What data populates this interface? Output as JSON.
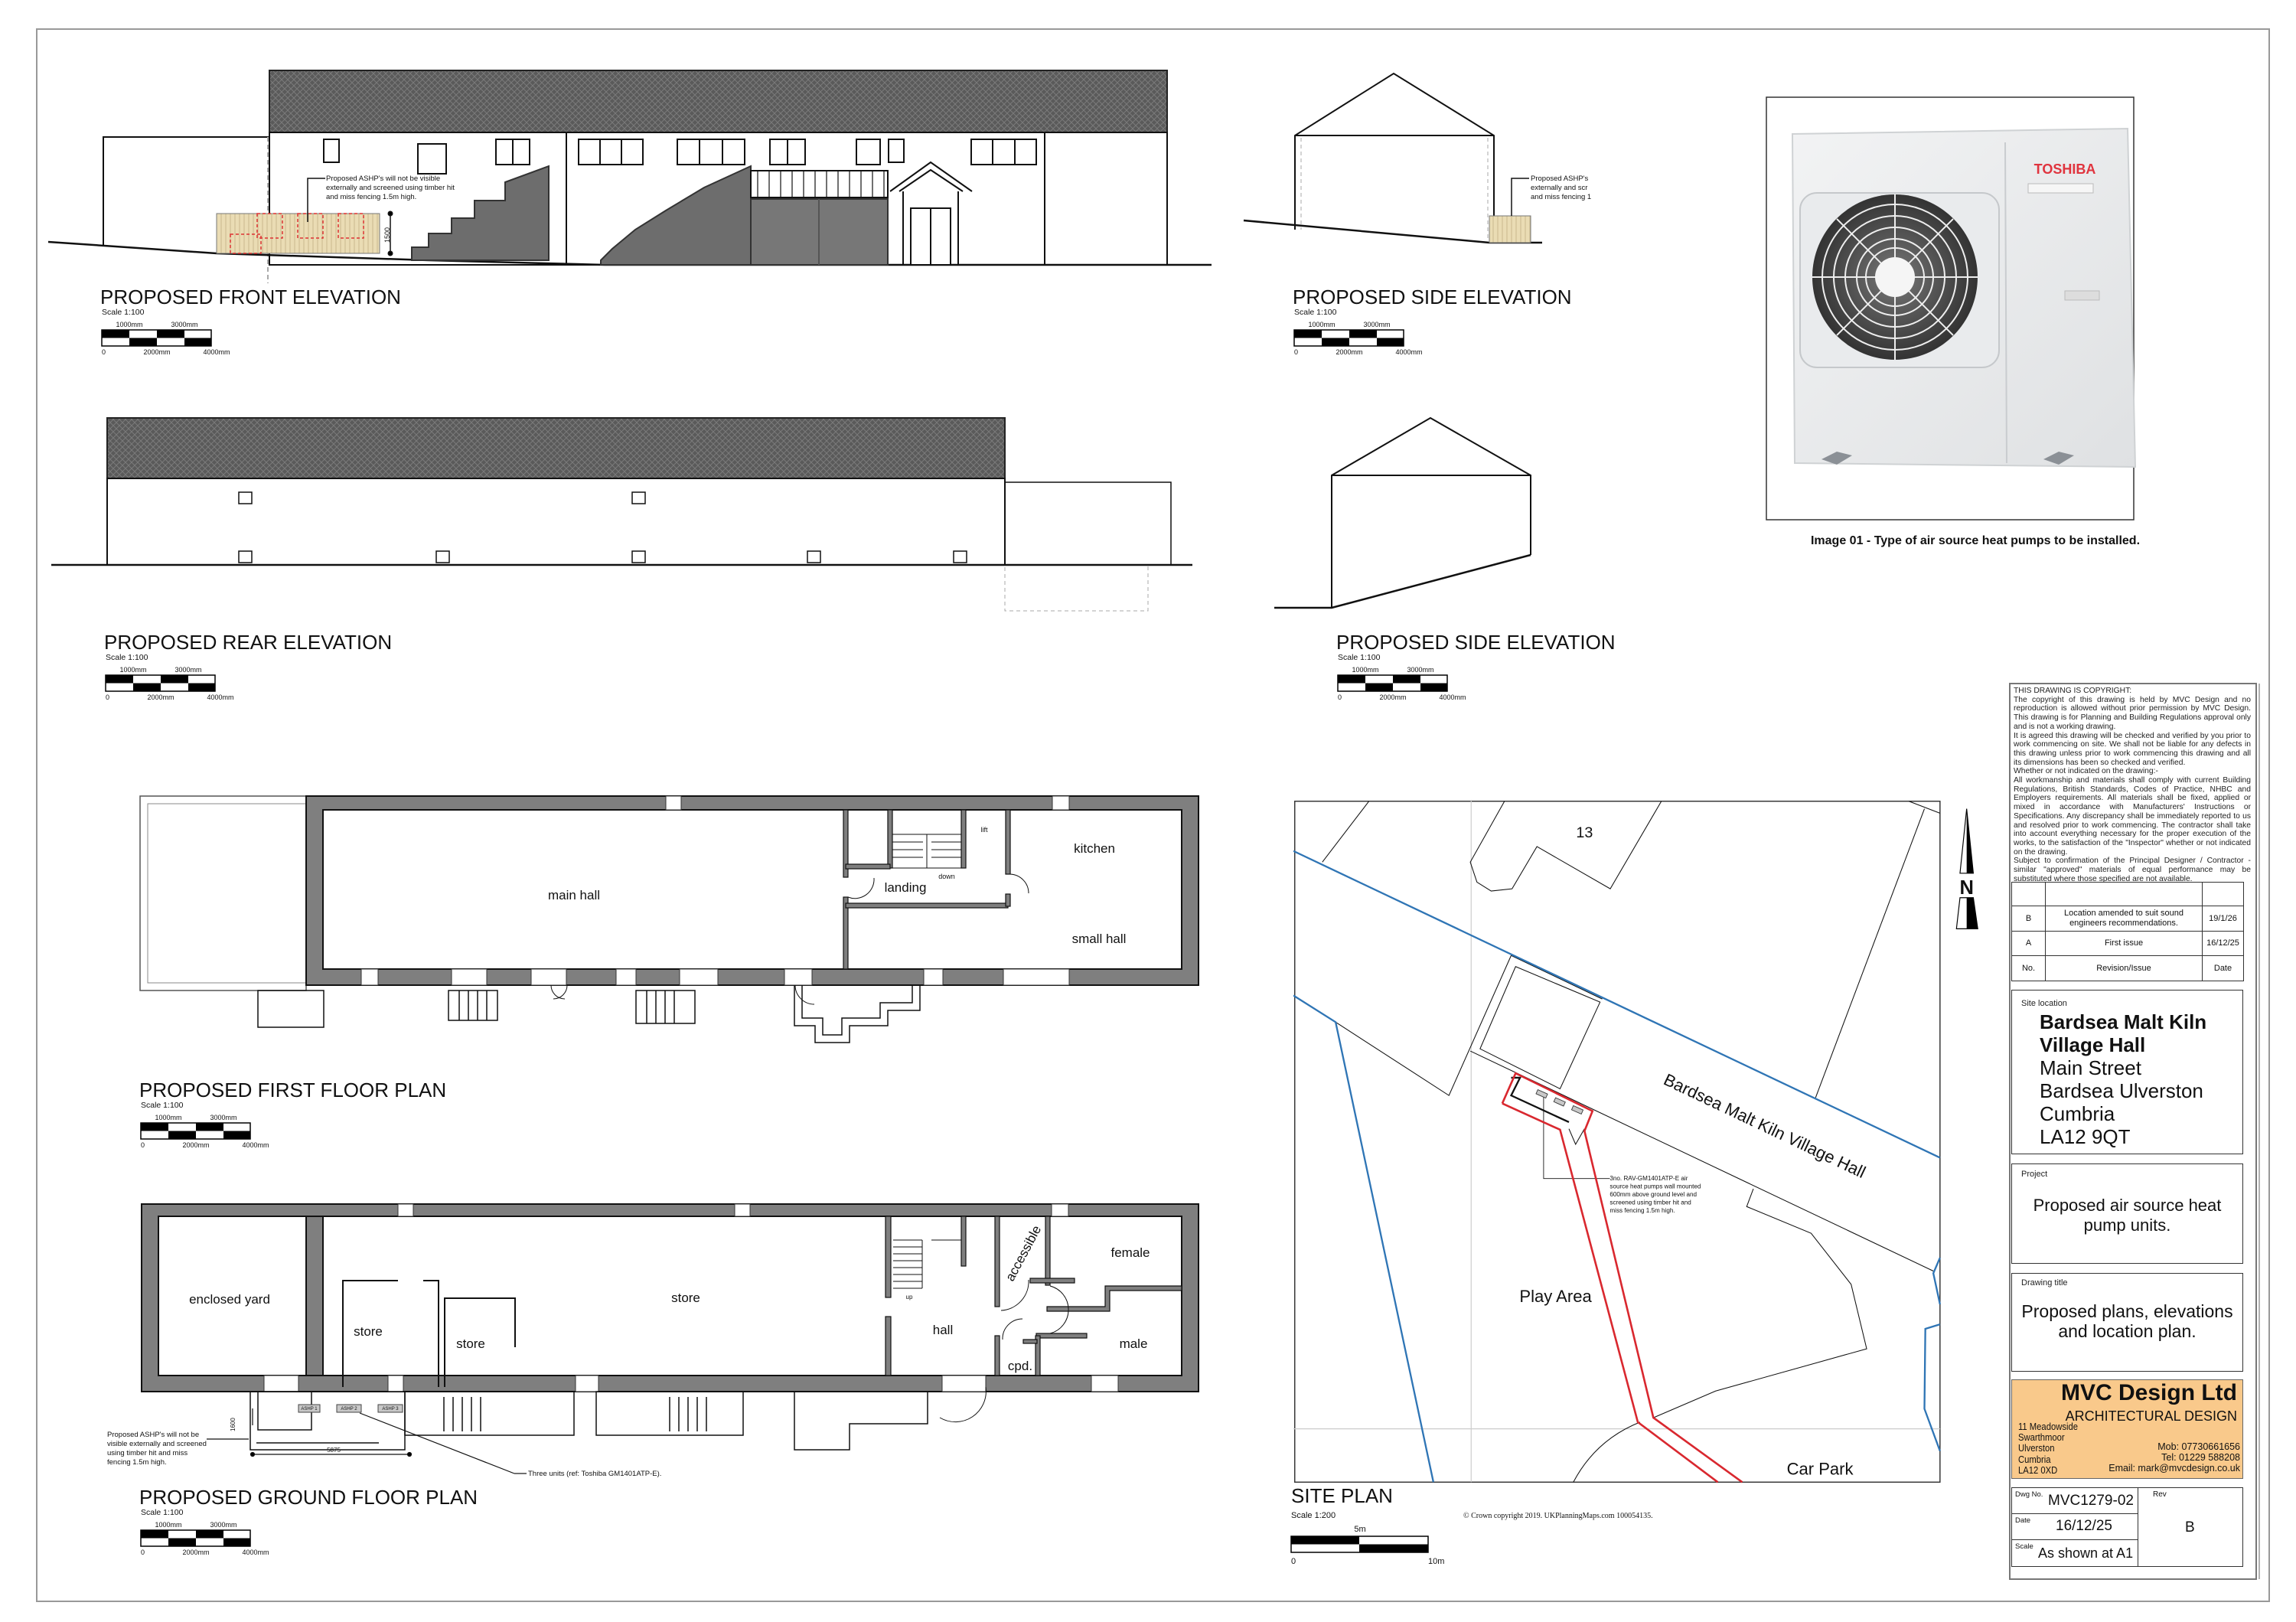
{
  "drawings": {
    "front_elevation": {
      "title": "PROPOSED FRONT ELEVATION",
      "scale": "Scale 1:100",
      "note": [
        "Proposed ASHP's will not be visible",
        "externally and screened using timber hit",
        "and miss fencing 1.5m high."
      ],
      "dimension": "1500"
    },
    "side_elevation_1": {
      "title": "PROPOSED SIDE ELEVATION",
      "scale": "Scale 1:100",
      "note": [
        "Proposed ASHP's",
        "externally and scr",
        "and miss fencing 1"
      ]
    },
    "rear_elevation": {
      "title": "PROPOSED REAR ELEVATION",
      "scale": "Scale 1:100"
    },
    "side_elevation_2": {
      "title": "PROPOSED SIDE ELEVATION",
      "scale": "Scale 1:100"
    },
    "first_floor_plan": {
      "title": "PROPOSED FIRST FLOOR PLAN",
      "scale": "Scale 1:100",
      "rooms": {
        "main_hall": "main hall",
        "landing": "landing",
        "kitchen": "kitchen",
        "small_hall": "small hall",
        "lift": "lift",
        "down": "down"
      }
    },
    "ground_floor_plan": {
      "title": "PROPOSED GROUND FLOOR PLAN",
      "scale": "Scale 1:100",
      "rooms": {
        "enclosed_yard": "enclosed yard",
        "store_1": "store",
        "store_2": "store",
        "store_3": "store",
        "hall": "hall",
        "accessible": "accessible",
        "female": "female",
        "male": "male",
        "cpd": "cpd.",
        "up": "up"
      },
      "ashp_units": [
        "ASHP 1",
        "ASHP 2",
        "ASHP 3"
      ],
      "dimension_width": "5875",
      "dimension_height": "1600",
      "note_left": [
        "Proposed ASHP's will not be",
        "visible externally and screened",
        "using timber hit and miss",
        "fencing 1.5m high."
      ],
      "note_units": "Three units (ref: Toshiba GM1401ATP-E)."
    },
    "site_plan": {
      "title": "SITE PLAN",
      "scale": "Scale 1:200",
      "plot_number": "13",
      "building_label": "Bardsea Malt Kiln Village Hall",
      "play_area": "Play Area",
      "car_park": "Car Park",
      "north": "N",
      "note": [
        "3no. RAV-GM1401ATP-E air",
        "source heat pumps wall mounted",
        "600mm above ground level and",
        "screened using timber hit and",
        "miss fencing 1.5m high."
      ],
      "copyright": "© Crown copyright 2019. UKPlanningMaps.com 100054135.",
      "scale_bar": {
        "mid": "5m",
        "start": "0",
        "end": "10m"
      },
      "colors": {
        "boundary": "#2f75b5",
        "site_outline": "#d9282f"
      }
    }
  },
  "scale_bar_100": {
    "top": [
      "1000mm",
      "3000mm"
    ],
    "bottom": [
      "0",
      "2000mm",
      "4000mm"
    ]
  },
  "image_01": {
    "brand": "TOSHIBA",
    "caption": "Image 01 - Type of air source heat pumps to be installed."
  },
  "title_block": {
    "copyright": [
      "THIS DRAWING IS COPYRIGHT:",
      "The copyright of this drawing is held by MVC Design and no reproduction is allowed without prior permission by MVC Design. This drawing is for Planning and Building Regulations approval only and is not a working drawing.",
      "It is agreed this drawing will be checked and verified by you prior to work commencing on site. We shall not be liable for any defects in this drawing unless prior to work commencing this drawing and all its dimensions has been so checked and verified.",
      "Whether or not indicated on the drawing:-",
      "All workmanship and materials shall comply with current Building Regulations, British Standards, Codes of Practice, NHBC and Employers requirements. All materials shall be fixed, applied or mixed in accordance with Manufacturers' Instructions or Specifications. Any discrepancy shall be immediately reported to us and resolved prior to work commencing. The contractor shall take into account everything necessary for the proper execution of the works, to the satisfaction of the \"Inspector\" whether or not indicated on the drawing.",
      "Subject to confirmation of the Principal Designer / Contractor - similar \"approved\" materials of equal performance may be substituted where those specified are not available."
    ],
    "revisions": [
      {
        "no": "B",
        "description": "Location amended to suit sound engineers recommendations.",
        "date": "19/1/26"
      },
      {
        "no": "A",
        "description": "First issue",
        "date": "16/12/25"
      }
    ],
    "revision_headers": {
      "no": "No.",
      "description": "Revision/Issue",
      "date": "Date"
    },
    "site_location_label": "Site location",
    "site_name": [
      "Bardsea Malt Kiln",
      "Village Hall"
    ],
    "site_address": [
      "Main Street",
      "Bardsea Ulverston",
      "Cumbria",
      "LA12 9QT"
    ],
    "project_label": "Project",
    "project": [
      "Proposed air source heat",
      "pump units."
    ],
    "drawing_title_label": "Drawing title",
    "drawing_title": [
      "Proposed plans, elevations",
      "and location plan."
    ],
    "company": {
      "name": "MVC Design Ltd",
      "tagline": "ARCHITECTURAL DESIGN",
      "address": [
        "11 Meadowside",
        "Swarthmoor",
        "Ulverston",
        "Cumbria",
        "LA12 0XD"
      ],
      "mobile": "Mob: 07730661656",
      "tel": "Tel: 01229 588208",
      "email": "Email: mark@mvcdesign.co.uk",
      "color": "#f9c98b"
    },
    "dwg_no_label": "Dwg No.",
    "dwg_no": "MVC1279-02",
    "date_label": "Date",
    "date": "16/12/25",
    "scale_label": "Scale",
    "scale": "As shown at A1",
    "rev_label": "Rev",
    "rev": "B"
  }
}
